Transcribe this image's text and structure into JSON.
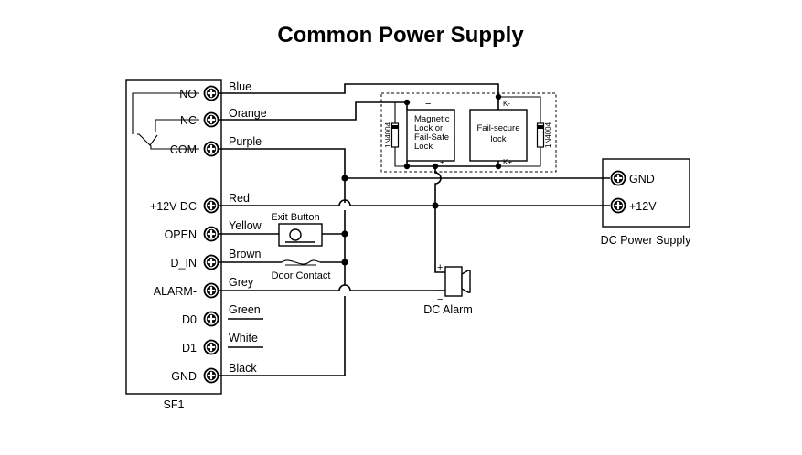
{
  "title": "Common Power Supply",
  "controller": {
    "name": "SF1",
    "terminals": [
      {
        "label": "NO",
        "wire": "Blue"
      },
      {
        "label": "NC",
        "wire": "Orange"
      },
      {
        "label": "COM",
        "wire": "Purple"
      },
      {
        "label": "+12V DC",
        "wire": "Red"
      },
      {
        "label": "OPEN",
        "wire": "Yellow"
      },
      {
        "label": "D_IN",
        "wire": "Brown"
      },
      {
        "label": "ALARM-",
        "wire": "Grey"
      },
      {
        "label": "D0",
        "wire": "Green"
      },
      {
        "label": "D1",
        "wire": "White"
      },
      {
        "label": "GND",
        "wire": "Black"
      }
    ]
  },
  "components": {
    "exit_button": "Exit Button",
    "door_contact": "Door Contact",
    "magnetic_lock": [
      "Magnetic",
      "Lock or",
      "Fail-Safe",
      "Lock"
    ],
    "failsecure_lock": [
      "Fail-secure",
      "lock"
    ],
    "diode": "1N4004",
    "k_minus": "K-",
    "k_plus": "K+",
    "minus_sign": "−",
    "plus_sign": "+",
    "alarm": "DC  Alarm",
    "alarm_plus": "+",
    "alarm_minus": "−"
  },
  "power_supply": {
    "name": "DC Power Supply",
    "gnd": "GND",
    "v12": "+12V"
  }
}
